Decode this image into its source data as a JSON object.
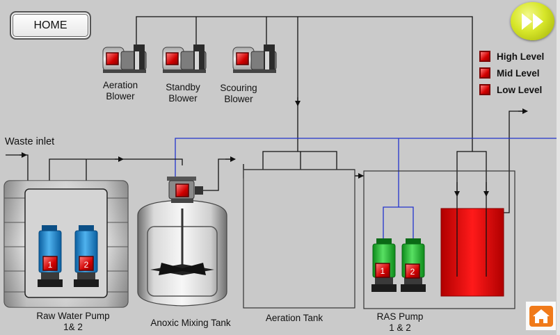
{
  "nav": {
    "home_label": "HOME",
    "forward_icon": "fast-forward-icon",
    "home_icon": "house-icon"
  },
  "legend": [
    {
      "label": "High Level",
      "color": "#d40000"
    },
    {
      "label": "Mid Level",
      "color": "#d40000"
    },
    {
      "label": "Low Level",
      "color": "#d40000"
    }
  ],
  "blowers": [
    {
      "line1": "Aeration",
      "line2": "Blower"
    },
    {
      "line1": "Standby",
      "line2": "Blower"
    },
    {
      "line1": "Scouring",
      "line2": "Blower"
    }
  ],
  "inlet": {
    "label": "Waste inlet"
  },
  "raw_water_pumps": {
    "line1": "Raw Water Pump",
    "line2": "1& 2",
    "pumps": [
      {
        "number": "1",
        "color": "#2b8fd6"
      },
      {
        "number": "2",
        "color": "#2b8fd6"
      }
    ]
  },
  "anoxic_tank": {
    "label": "Anoxic Mixing Tank"
  },
  "aeration_tank": {
    "label": "Aeration Tank"
  },
  "ras_pumps": {
    "line1": "RAS Pump",
    "line2": "1 & 2",
    "pumps": [
      {
        "number": "1",
        "color": "#2fbf3a"
      },
      {
        "number": "2",
        "color": "#2fbf3a"
      }
    ]
  },
  "clarifier": {
    "fill_color": "#e00000"
  },
  "colors": {
    "background": "#cacaca",
    "pipe_black": "#111111",
    "pipe_blue": "#2233cc",
    "status_red": "#d40000"
  }
}
